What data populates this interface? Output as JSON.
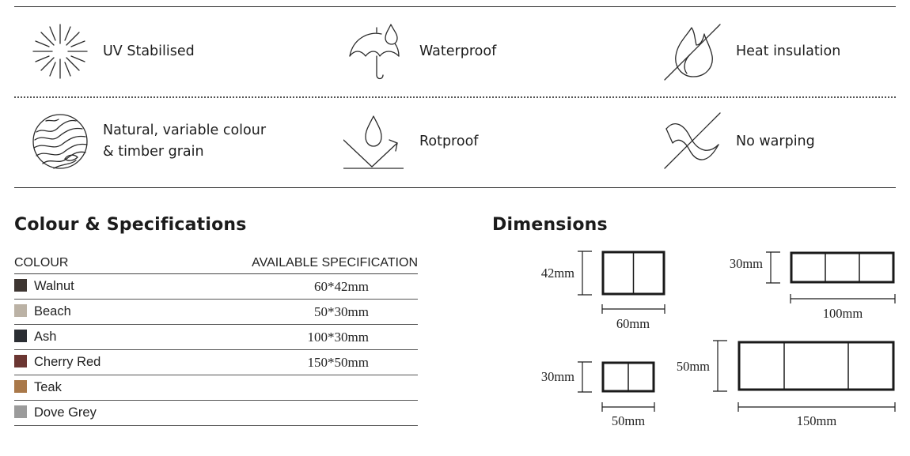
{
  "features": [
    {
      "label": "UV Stabilised",
      "icon": "sun-rays-icon"
    },
    {
      "label": "Waterproof",
      "icon": "umbrella-drop-icon"
    },
    {
      "label": "Heat insulation",
      "icon": "flame-crossed-icon"
    },
    {
      "label": "Natural, variable colour\n& timber grain",
      "icon": "wood-grain-icon"
    },
    {
      "label": "Rotproof",
      "icon": "drop-check-icon"
    },
    {
      "label": "No warping",
      "icon": "warp-crossed-icon"
    }
  ],
  "colour_section": {
    "title": "Colour & Specifications",
    "col_colour": "COLOUR",
    "col_spec": "AVAILABLE SPECIFICATION",
    "rows": [
      {
        "colour": "Walnut",
        "swatch": "#3e3632",
        "spec": "60*42mm"
      },
      {
        "colour": "Beach",
        "swatch": "#bbb2a5",
        "spec": "50*30mm"
      },
      {
        "colour": "Ash",
        "swatch": "#2b2e33",
        "spec": "100*30mm"
      },
      {
        "colour": "Cherry Red",
        "swatch": "#6b3632",
        "spec": "150*50mm"
      },
      {
        "colour": "Teak",
        "swatch": "#a97849",
        "spec": ""
      },
      {
        "colour": "Dove Grey",
        "swatch": "#9b9b9b",
        "spec": ""
      }
    ]
  },
  "dimensions": {
    "title": "Dimensions",
    "profiles": [
      {
        "height_label": "42mm",
        "width_label": "60mm",
        "cells": 2
      },
      {
        "height_label": "30mm",
        "width_label": "100mm",
        "cells": 3
      },
      {
        "height_label": "30mm",
        "width_label": "50mm",
        "cells": 2
      },
      {
        "height_label": "50mm",
        "width_label": "150mm",
        "cells": 3
      }
    ]
  }
}
